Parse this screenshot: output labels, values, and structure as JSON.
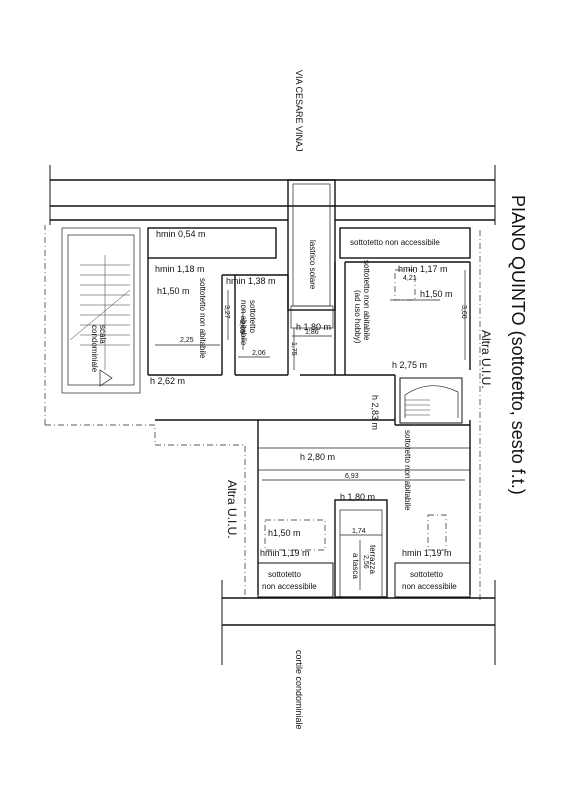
{
  "title": "PIANO QUINTO (sottotetto, sesto f.t.)",
  "street": "VIA CESARE VINAJ",
  "courtyard": "cortile condominiale",
  "other_unit_right": "Altra U.I.U.",
  "other_unit_left": "Altra U.I.U.",
  "stair": [
    "scala",
    "condominiale"
  ],
  "labels": {
    "hmin054": "hmin 0,54 m",
    "hmin118": "hmin 1,18 m",
    "h150a": "h1,50 m",
    "hmin138": "hmin 1,38 m",
    "hmin117": "hmin 1,17 m",
    "h150b": "h1,50 m",
    "h180a": "h 1,80 m",
    "h262": "h 2,62 m",
    "h275": "h 2,75 m",
    "h283": "h 2,83 m",
    "h280": "h 2,80 m",
    "h180b": "h 1,80 m",
    "h150c": "h1,50 m",
    "hmin119a": "hmin 1,19 m",
    "hmin119b": "hmin 1,19 m",
    "lastrico": "lastrico solare",
    "sna_top": "sottotetto non accessibile",
    "sottotetto_na1": "sottotetto",
    "non_abitabile1": "non abitabile",
    "sotto_na_vert": "sottotetto non abitabile",
    "sna_hobby1": "sottotetto non abitabile",
    "sna_hobby2": "(ad uso hobby)",
    "sna_big": "sottotetto non abitabile",
    "terrazza1": "terrazza",
    "terrazza2": "a tasca",
    "sott_l1": "sottotetto",
    "sott_l2": "non accessibile",
    "sott_r1": "sottotetto",
    "sott_r2": "non accessibile"
  },
  "dims": {
    "d225": "2,25",
    "d327": "3,27",
    "d265": "2,65",
    "d206": "2,06",
    "d186": "1,86",
    "d175": "1,75",
    "d421": "4,21",
    "d360": "3,60",
    "d693": "6,93",
    "d174": "1,74",
    "d256": "2,56"
  }
}
